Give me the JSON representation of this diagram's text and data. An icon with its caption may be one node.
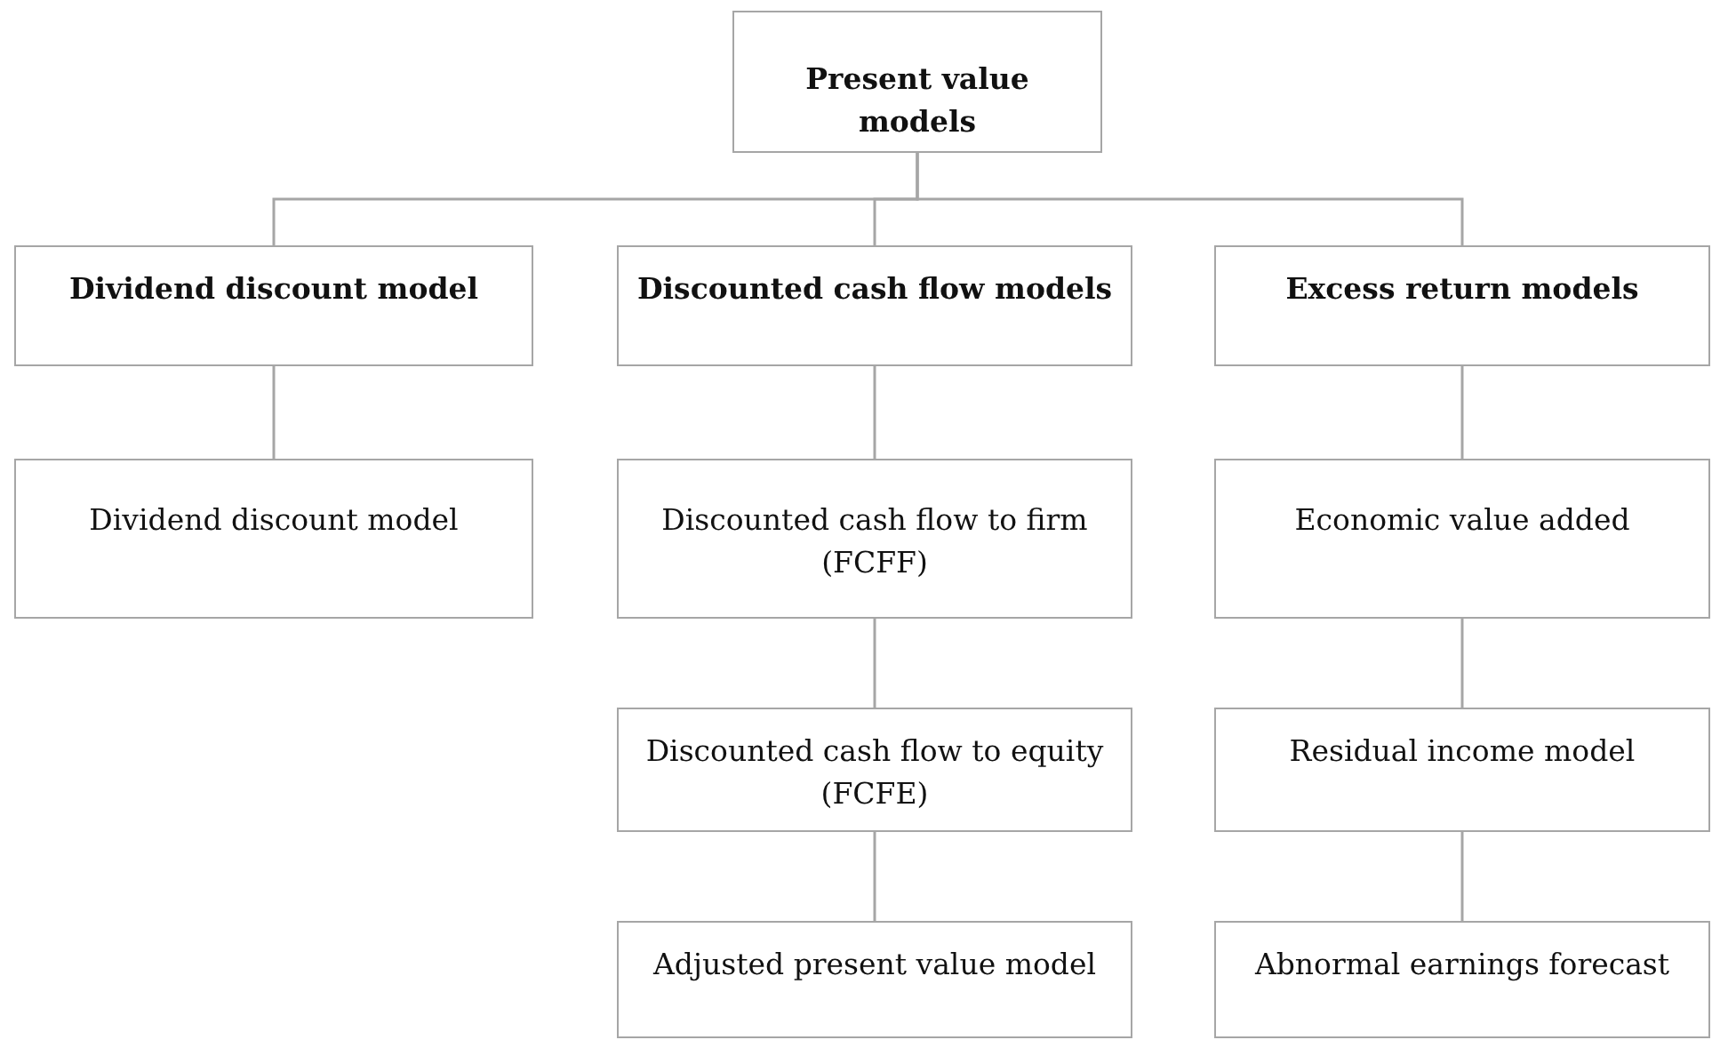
{
  "diagram": {
    "nodes": [
      {
        "text": [
          "Present value models"
        ]
      },
      {
        "text": [
          "Dividend discount model"
        ]
      },
      {
        "text": [
          "Discounted cash flow models"
        ]
      },
      {
        "text": [
          "Excess return models"
        ]
      },
      {
        "text": [
          "Dividend discount model"
        ]
      },
      {
        "text": [
          "Discounted cash flow to firm (FCFF)"
        ]
      },
      {
        "text": [
          "Discounted cash flow to equity (FCFE)"
        ]
      },
      {
        "text": [
          "Adjusted present value model"
        ]
      },
      {
        "text": [
          "Economic value added"
        ]
      },
      {
        "text": [
          "Residual income model"
        ]
      },
      {
        "text": [
          "Abnormal earnings forecast"
        ]
      }
    ],
    "edges": [
      {
        "from": 0,
        "to": 1,
        "arrow": "none"
      },
      {
        "from": 0,
        "to": 2,
        "arrow": "none"
      },
      {
        "from": 0,
        "to": 3,
        "arrow": "none"
      },
      {
        "from": 1,
        "to": 4,
        "arrow": "none"
      },
      {
        "from": 2,
        "to": 5,
        "arrow": "none"
      },
      {
        "from": 5,
        "to": 6,
        "arrow": "none"
      },
      {
        "from": 6,
        "to": 7,
        "arrow": "none"
      },
      {
        "from": 3,
        "to": 8,
        "arrow": "none"
      },
      {
        "from": 8,
        "to": 9,
        "arrow": "none"
      },
      {
        "from": 9,
        "to": 10,
        "arrow": "none"
      }
    ]
  }
}
